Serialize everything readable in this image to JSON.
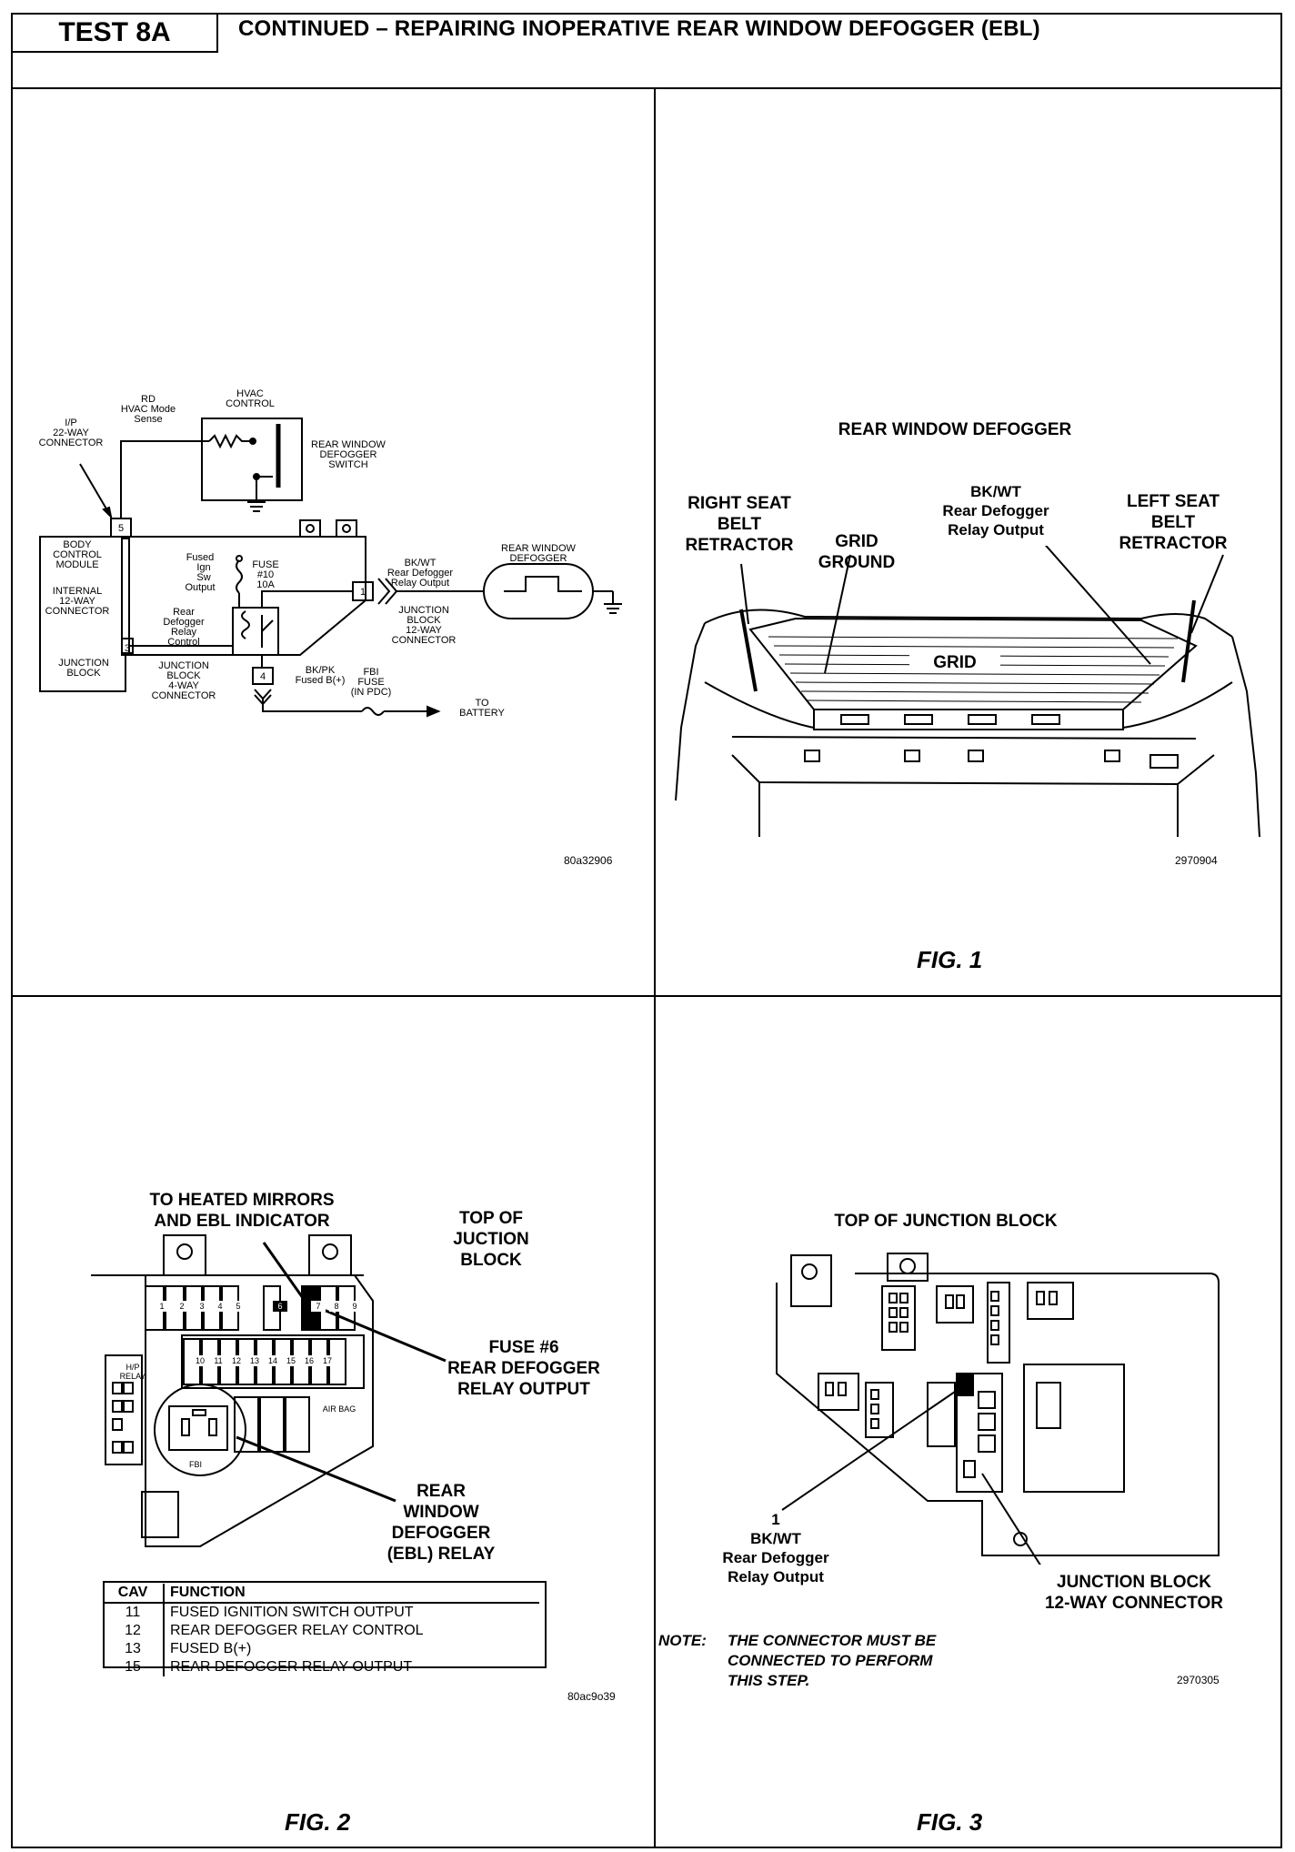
{
  "header": {
    "test_id": "TEST 8A",
    "title": "CONTINUED – REPAIRING INOPERATIVE REAR WINDOW DEFOGGER (EBL)"
  },
  "schematic": {
    "labels": {
      "rd": "RD",
      "hvac_mode_sense": "HVAC Mode",
      "sense": "Sense",
      "hvac_control_1": "HVAC",
      "hvac_control_2": "CONTROL",
      "ip": "I/P",
      "ip_22way": "22-WAY",
      "ip_connector": "CONNECTOR",
      "rwd_switch_1": "REAR WINDOW",
      "rwd_switch_2": "DEFOGGER",
      "rwd_switch_3": "SWITCH",
      "bcm_1": "BODY",
      "bcm_2": "CONTROL",
      "bcm_3": "MODULE",
      "internal_1": "INTERNAL",
      "internal_2": "12-WAY",
      "internal_3": "CONNECTOR",
      "fused_1": "Fused",
      "fused_2": "Ign",
      "fused_3": "Sw",
      "fused_4": "Output",
      "fuse_1": "FUSE",
      "fuse_2": "#10",
      "fuse_3": "10A",
      "rear_def_1": "Rear",
      "rear_def_2": "Defogger",
      "rear_def_3": "Relay",
      "rear_def_4": "Control",
      "bkwt": "BK/WT",
      "bkwt_2": "Rear Defogger",
      "bkwt_3": "Relay Output",
      "rwd_1": "REAR WINDOW",
      "rwd_2": "DEFOGGER",
      "jb12_1": "JUNCTION",
      "jb12_2": "BLOCK",
      "jb12_3": "12-WAY",
      "jb12_4": "CONNECTOR",
      "jb_1": "JUNCTION",
      "jb_2": "BLOCK",
      "jb4_1": "JUNCTION",
      "jb4_2": "BLOCK",
      "jb4_3": "4-WAY",
      "jb4_4": "CONNECTOR",
      "bkpk_1": "BK/PK",
      "bkpk_2": "Fused B(+)",
      "fbi_1": "FBI",
      "fbi_2": "FUSE",
      "fbi_3": "(IN PDC)",
      "to_batt_1": "TO",
      "to_batt_2": "BATTERY",
      "pin5": "5",
      "pin3": "3",
      "pin1": "1",
      "pin4": "4"
    },
    "code": "80a32906"
  },
  "fig1": {
    "title": "REAR WINDOW DEFOGGER",
    "right_seat": "RIGHT SEAT\nBELT\nRETRACTOR",
    "grid_ground": "GRID\nGROUND",
    "bkwt": "BK/WT\nRear Defogger\nRelay Output",
    "left_seat": "LEFT SEAT\nBELT\nRETRACTOR",
    "grid": "GRID",
    "code": "2970904",
    "label": "FIG. 1"
  },
  "fig2": {
    "heated": "TO HEATED MIRRORS\nAND EBL INDICATOR",
    "top_of": "TOP OF\nJUCTION\nBLOCK",
    "fuse6": "FUSE #6\nREAR DEFOGGER\nRELAY OUTPUT",
    "relay": "REAR\nWINDOW\nDEFOGGER\n(EBL) RELAY",
    "table_headers": [
      "CAV",
      "FUNCTION"
    ],
    "table_rows": [
      [
        "11",
        "FUSED IGNITION SWITCH OUTPUT"
      ],
      [
        "12",
        "REAR DEFOGGER RELAY CONTROL"
      ],
      [
        "13",
        "FUSED B(+)"
      ],
      [
        "15",
        "REAR DEFOGGER RELAY OUTPUT"
      ]
    ],
    "fuse_numbers": [
      "1",
      "2",
      "3",
      "4",
      "5",
      "6",
      "7",
      "8",
      "9",
      "10",
      "11",
      "12",
      "13",
      "14",
      "15",
      "16",
      "17"
    ],
    "hp_relay": "H/P\nRELAY",
    "air_bag": "AIR BAG",
    "fbi": "FBI",
    "code": "80ac9o39",
    "label": "FIG. 2"
  },
  "fig3": {
    "title": "TOP OF JUNCTION BLOCK",
    "pin_callout": "1\nBK/WT\nRear Defogger\nRelay Output",
    "connector": "JUNCTION BLOCK\n12-WAY CONNECTOR",
    "note_lead": "NOTE:",
    "note_body": "THE CONNECTOR MUST BE\nCONNECTED TO PERFORM\nTHIS STEP.",
    "code": "2970305",
    "label": "FIG. 3"
  }
}
